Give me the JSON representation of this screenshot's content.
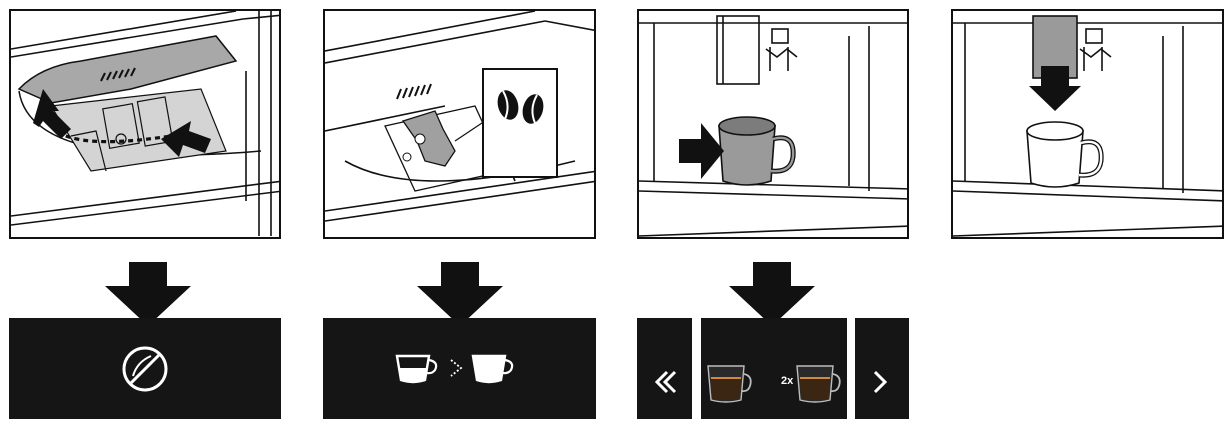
{
  "steps": [
    {
      "illustration": "open-bean-hopper-lid",
      "display_icon": "no-beans-icon"
    },
    {
      "illustration": "fill-coffee-beans",
      "display_icon": "cup-to-cup-icon"
    },
    {
      "illustration": "place-cup-under-spout",
      "display_icon": "double-espresso-icon"
    },
    {
      "illustration": "lower-coffee-spout"
    }
  ],
  "display3": {
    "multiplier": "2x",
    "left_nav_icon": "chevron-left-double-icon",
    "right_nav_icon": "chevron-right-icon"
  },
  "colors": {
    "line": "#111111",
    "highlight_gray": "#9a9a9a",
    "display_bg": "#151515",
    "display_fg": "#ffffff"
  }
}
